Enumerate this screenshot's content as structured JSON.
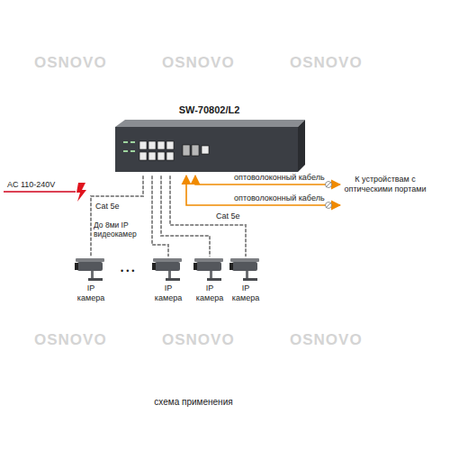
{
  "diagram": {
    "caption": "схема применения",
    "nodes": [
      {
        "text": [
          "SW-70802/L2"
        ]
      },
      {
        "text": [
          "IP камера"
        ]
      },
      {
        "text": [
          "IP камера"
        ]
      },
      {
        "text": [
          "IP камера"
        ]
      },
      {
        "text": [
          "IP камера"
        ]
      },
      {
        "text": [
          "К устройствам с оптическими портами"
        ]
      }
    ],
    "edges": [
      {
        "from": 0,
        "to": 1,
        "arrow": "none"
      },
      {
        "from": 0,
        "to": 2,
        "arrow": "none"
      },
      {
        "from": 0,
        "to": 3,
        "arrow": "none"
      },
      {
        "from": 0,
        "to": 4,
        "arrow": "none"
      },
      {
        "from": 0,
        "to": 5,
        "label": "оптоволоконный кабель",
        "arrow": "both"
      },
      {
        "from": 0,
        "to": 5,
        "label": "оптоволоконный кабель",
        "arrow": "both"
      }
    ],
    "labels": [
      "AC 110-240V",
      "Cat 5e",
      "Cat 5e",
      "До 8ми IP видеокамер",
      "•••",
      "OSNOVO",
      "OSNOVO",
      "OSNOVO",
      "OSNOVO",
      "OSNOVO",
      "OSNOVO"
    ]
  }
}
